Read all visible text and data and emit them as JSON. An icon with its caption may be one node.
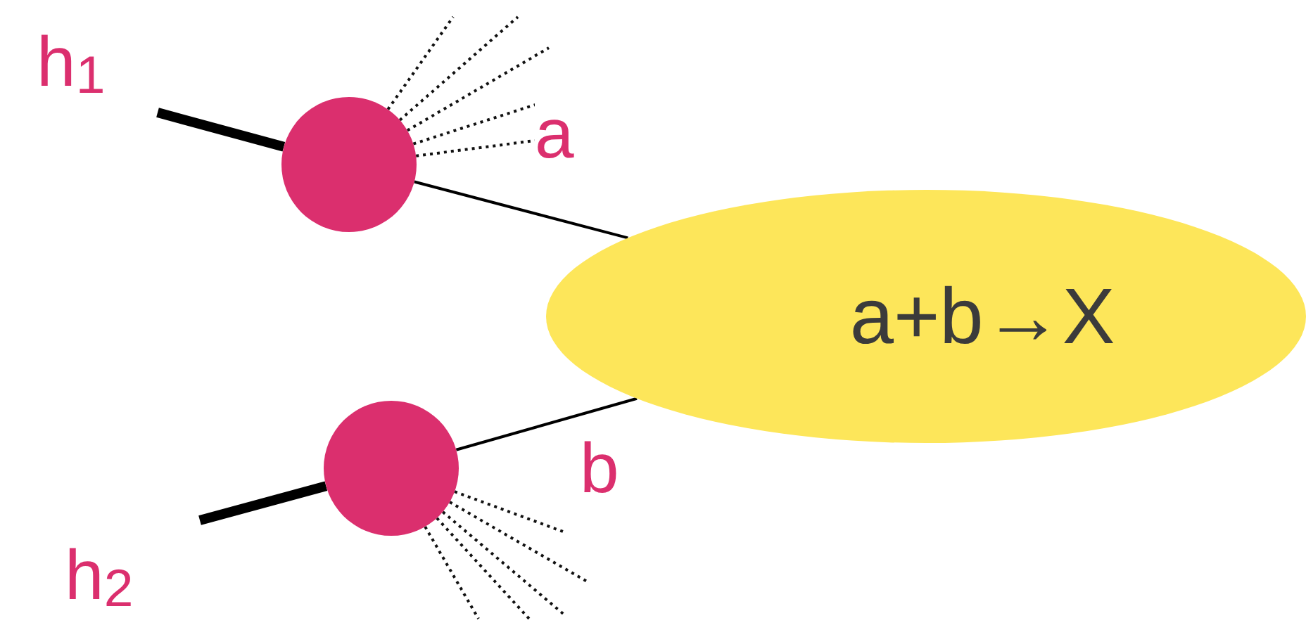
{
  "diagram": {
    "nodes": [
      {
        "text": [
          "h$_{1}$"
        ]
      },
      {
        "text": [],
        "shape": "circle"
      },
      {
        "text": [
          "h$_{2}$"
        ]
      },
      {
        "text": [],
        "shape": "circle"
      },
      {
        "text": [
          "a+b→X"
        ]
      }
    ],
    "edges": [
      {
        "from": 0,
        "to": 1,
        "arrow": "none",
        "style": "thick"
      },
      {
        "from": 1,
        "to": 4,
        "arrow": "none",
        "label": "a"
      },
      {
        "from": 2,
        "to": 3,
        "arrow": "none",
        "style": "thick"
      },
      {
        "from": 3,
        "to": 4,
        "arrow": "none",
        "label": "b"
      }
    ]
  }
}
